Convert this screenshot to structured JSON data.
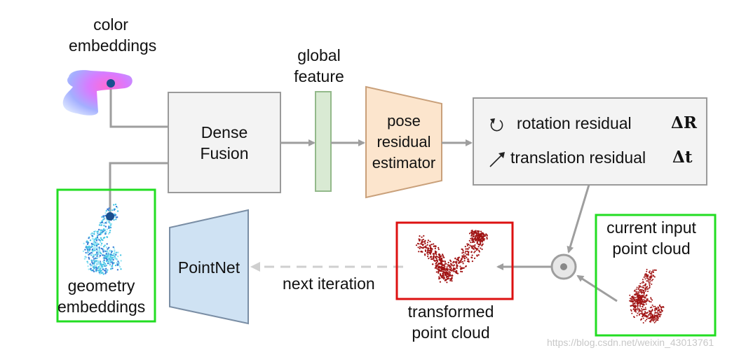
{
  "labels": {
    "color_embeddings": [
      "color",
      "embeddings"
    ],
    "global_feature": [
      "global",
      "feature"
    ],
    "dense_fusion": [
      "Dense",
      "Fusion"
    ],
    "pose_estimator": [
      "pose",
      "residual",
      "estimator"
    ],
    "rotation_residual": "rotation residual",
    "rotation_symbol": "ΔR",
    "translation_residual": "translation residual",
    "translation_symbol": "Δt",
    "current_input": [
      "current input",
      "point cloud"
    ],
    "transformed": [
      "transformed",
      "point cloud"
    ],
    "next_iteration": "next iteration",
    "pointnet": "PointNet",
    "geometry_embeddings": [
      "geometry",
      "embeddings"
    ]
  },
  "watermark": "https://blog.csdn.net/weixin_43013761",
  "colors": {
    "box_fill": "#f3f3f3",
    "box_stroke": "#9a9a9a",
    "feature_fill": "#d9ead3",
    "feature_stroke": "#93b98a",
    "estimator_fill": "#fce5cd",
    "estimator_stroke": "#c9a07a",
    "pointnet_fill": "#cfe2f3",
    "pointnet_stroke": "#7a8ea5",
    "highlight_green": "#22dd22",
    "highlight_red": "#dd1111",
    "arrow": "#9e9e9e",
    "point_red": "#a01414",
    "dot_blue": "#1a4f8f"
  }
}
